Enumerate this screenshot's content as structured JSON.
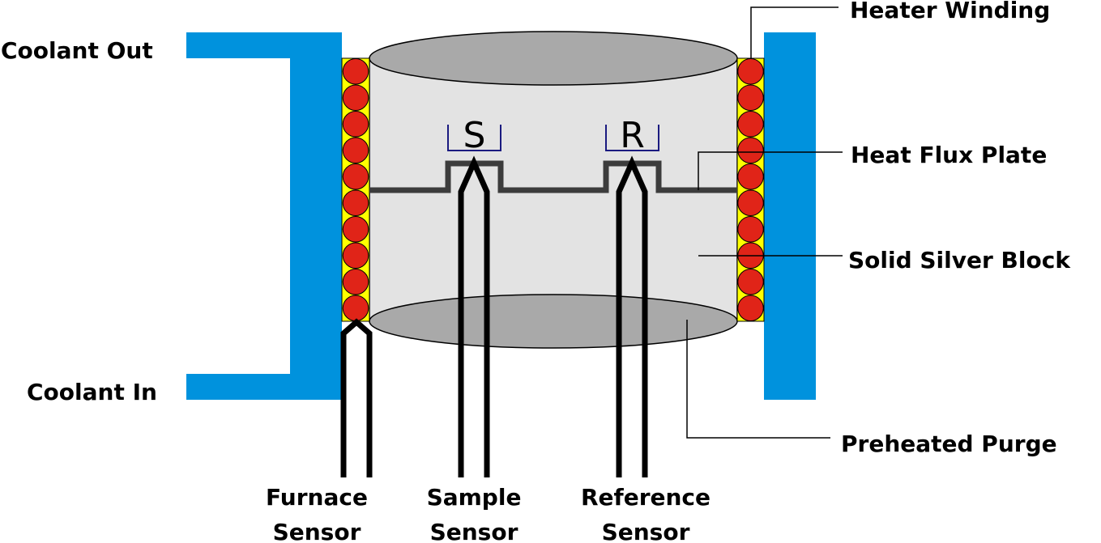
{
  "labels": {
    "coolant_out": "Coolant Out",
    "coolant_in": "Coolant In",
    "heater_winding": "Heater Winding",
    "heat_flux_plate": "Heat Flux Plate",
    "solid_silver_block": "Solid Silver Block",
    "preheated_purge": "Preheated Purge",
    "furnace_sensor": [
      "Furnace",
      "Sensor"
    ],
    "sample_sensor": [
      "Sample",
      "Sensor"
    ],
    "reference_sensor": [
      "Reference",
      "Sensor"
    ]
  },
  "pans": {
    "sample": "S",
    "reference": "R"
  },
  "colors": {
    "coolant": "#0092DD",
    "heater_coil": "#E02418",
    "heater_backing": "#FFFF00",
    "block_body": "#E3E3E3",
    "block_ends": "#A9A9A9",
    "flux_plate": "#3C3C3C",
    "pan_outline": "#1A1A80",
    "sensor_wire": "#000000"
  }
}
